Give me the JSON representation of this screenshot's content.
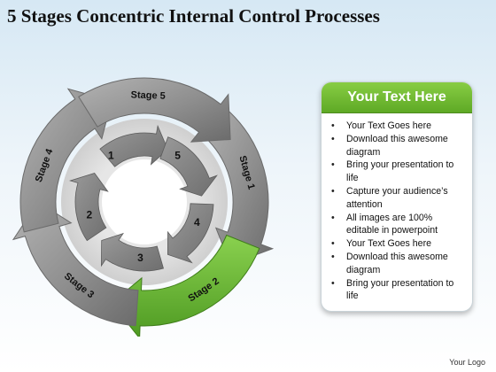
{
  "title": "5 Stages Concentric Internal Control Processes",
  "diagram": {
    "outer_stages": [
      {
        "label": "Stage 1",
        "highlight": false
      },
      {
        "label": "Stage 2",
        "highlight": true
      },
      {
        "label": "Stage 3",
        "highlight": false
      },
      {
        "label": "Stage 4",
        "highlight": false
      },
      {
        "label": "Stage 5",
        "highlight": false
      }
    ],
    "inner_numbers": [
      "1",
      "2",
      "3",
      "4",
      "5"
    ],
    "colors": {
      "highlight_green": "#6cbf3a",
      "arrow_gray": "#8f8f8f",
      "header_green": "#6ab530"
    }
  },
  "panel": {
    "header": "Your Text Here",
    "items": [
      "Your Text Goes here",
      "Download this awesome diagram",
      "Bring your presentation to life",
      "Capture your audience’s attention",
      "All images are 100% editable in powerpoint",
      "Your Text Goes here",
      "Download this awesome diagram",
      "Bring your presentation to life"
    ]
  },
  "footer": {
    "logo_text": "Your Logo"
  }
}
